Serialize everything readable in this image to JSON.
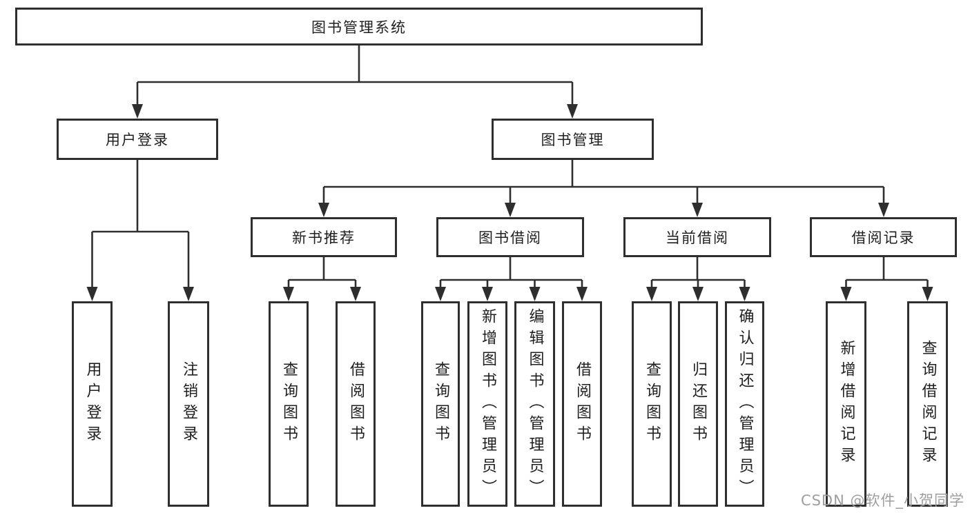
{
  "diagram": {
    "type": "hierarchy-tree",
    "tree": {
      "label": "图书管理系统",
      "children": [
        {
          "label": "用户登录",
          "children": [
            {
              "label": "用户登录"
            },
            {
              "label": "注销登录"
            }
          ]
        },
        {
          "label": "图书管理",
          "children": [
            {
              "label": "新书推荐",
              "children": [
                {
                  "label": "查询图书"
                },
                {
                  "label": "借阅图书"
                }
              ]
            },
            {
              "label": "图书借阅",
              "children": [
                {
                  "label": "查询图书"
                },
                {
                  "label": "新增图书（管理员）"
                },
                {
                  "label": "编辑图书（管理员）"
                },
                {
                  "label": "借阅图书"
                }
              ]
            },
            {
              "label": "当前借阅",
              "children": [
                {
                  "label": "查询图书"
                },
                {
                  "label": "归还图书"
                },
                {
                  "label": "确认归还（管理员）"
                }
              ]
            },
            {
              "label": "借阅记录",
              "children": [
                {
                  "label": "新增借阅记录"
                },
                {
                  "label": "查询借阅记录"
                }
              ]
            }
          ]
        }
      ]
    },
    "colors": {
      "line": "#2e2e2e",
      "text": "#1f1f1f",
      "background": "#ffffff",
      "watermark": "#9e9e9e"
    }
  },
  "watermark": {
    "text": "CSDN @软件_小贺同学"
  }
}
